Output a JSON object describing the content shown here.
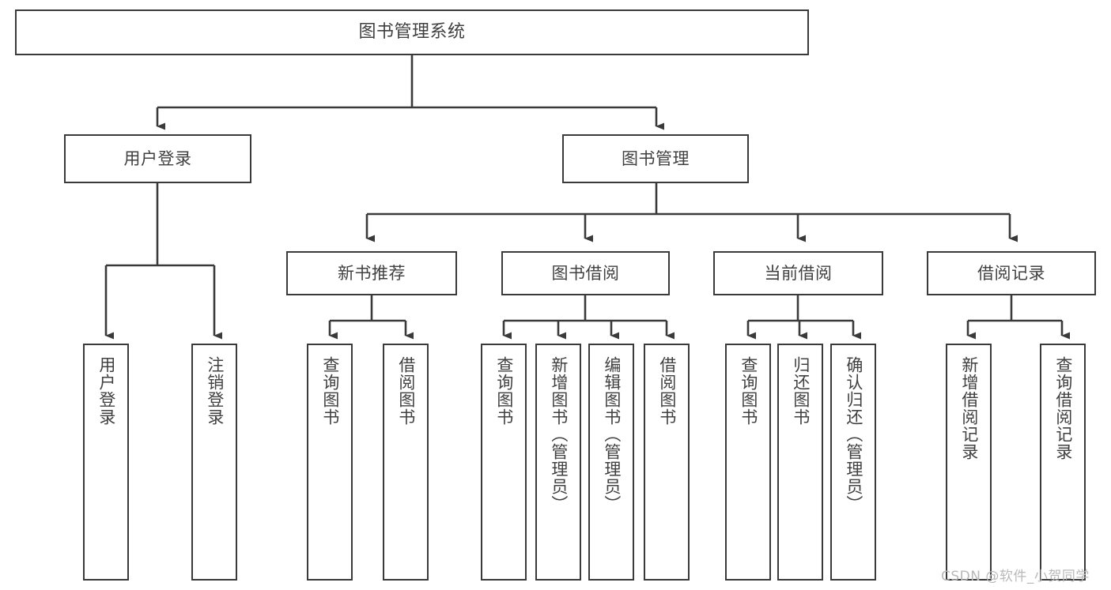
{
  "diagram": {
    "type": "tree-hierarchy-chart",
    "title": "图书管理系统",
    "stroke_color": "#3a3a3a",
    "text_color": "#404040",
    "background": "#ffffff"
  },
  "root": {
    "label": "图书管理系统"
  },
  "level2": [
    {
      "label": "用户登录"
    },
    {
      "label": "图书管理"
    }
  ],
  "level3": [
    {
      "label": "新书推荐"
    },
    {
      "label": "图书借阅"
    },
    {
      "label": "当前借阅"
    },
    {
      "label": "借阅记录"
    }
  ],
  "leaves": {
    "user_login": [
      {
        "label": "用户登录"
      },
      {
        "label": "注销登录"
      }
    ],
    "new_book_recommend": [
      {
        "label": "查询图书"
      },
      {
        "label": "借阅图书"
      }
    ],
    "book_borrow": [
      {
        "label": "查询图书"
      },
      {
        "label": "新增图书（管理员）"
      },
      {
        "label": "编辑图书（管理员）"
      },
      {
        "label": "借阅图书"
      }
    ],
    "current_borrow": [
      {
        "label": "查询图书"
      },
      {
        "label": "归还图书"
      },
      {
        "label": "确认归还（管理员）"
      }
    ],
    "borrow_record": [
      {
        "label": "新增借阅记录"
      },
      {
        "label": "查询借阅记录"
      }
    ]
  },
  "watermark": {
    "text": "CSDN @软件_小贺同学"
  }
}
